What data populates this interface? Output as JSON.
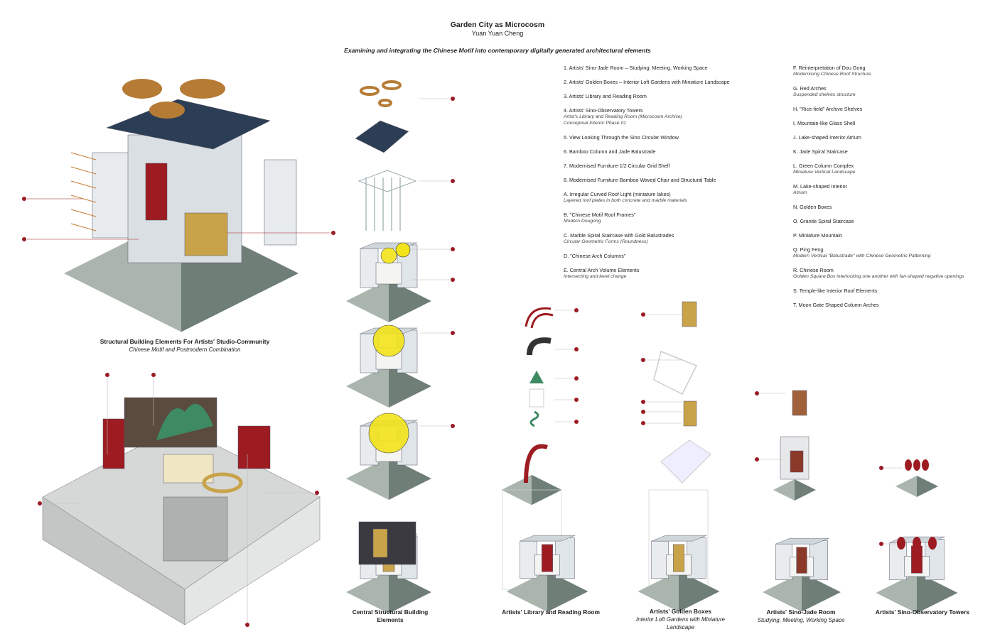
{
  "header": {
    "title": "Garden City as Microcosm",
    "author": "Yuan Yuan Cheng",
    "subtitle": "Examining and integrating the Chinese Motif into contemporary digitally generated architectural elements"
  },
  "legend_left": [
    {
      "head": "1.  Artists' Sino-Jade Room – Studying, Meeting, Working Space",
      "sub": ""
    },
    {
      "head": "2.  Artists' Golden Boxes – Interior Loft Gardens with Miniature Landscape",
      "sub": ""
    },
    {
      "head": "3.  Artists' Library and Reading Room",
      "sub": ""
    },
    {
      "head": "4.  Artists' Sino-Observatory Towers",
      "sub": "Artist's Library and Reading Room (Microcosm Archive)",
      "sub2": "Conceptual Interior Phase 01"
    },
    {
      "head": "5.  View Looking Through the Sino Circular Window",
      "sub": ""
    },
    {
      "head": "6.  Bamboo Column and Jade Balustrade",
      "sub": ""
    },
    {
      "head": "7.  Modernised Furniture-1/2 Circular Grid Shelf",
      "sub": ""
    },
    {
      "head": "8.  Modernised Furniture-Bamboo Waved Chair and Structural Table",
      "sub": ""
    },
    {
      "head": "A.  Irregular Curved Roof Light (miniature lakes)",
      "sub": "Layered roof plates in both concrete and marble materials"
    },
    {
      "head": "B.  \"Chinese Motif Roof Frames\"",
      "sub": "Modern Dougong"
    },
    {
      "head": "C.  Marble Spiral Staircase with Gold Balustrades",
      "sub": "Circular Geometric Forms (Roundness)"
    },
    {
      "head": "D.  \"Chinese Arch Columns\"",
      "sub": ""
    },
    {
      "head": "E.  Central Arch Volume Elements",
      "sub": "Intersecting and level change"
    }
  ],
  "legend_right": [
    {
      "head": "F.  Reinterpretation of Dou Gong",
      "sub": "Modernising Chinese Roof Structure"
    },
    {
      "head": "G.  Red Arches",
      "sub": "Suspended shelves structure"
    },
    {
      "head": "H.  \"Rice-field\" Archive Shelves",
      "sub": ""
    },
    {
      "head": "I.  Mountain-like Glass Shell",
      "sub": ""
    },
    {
      "head": "J.  Lake-shaped Interior Atrium",
      "sub": ""
    },
    {
      "head": "K.  Jade Spiral Staircase",
      "sub": ""
    },
    {
      "head": "L.  Green Column Complex",
      "sub": "Miniature Vertical Landscape"
    },
    {
      "head": "M.  Lake-shaped Interior",
      "sub": "Atrium"
    },
    {
      "head": "N.  Golden Boxes",
      "sub": ""
    },
    {
      "head": "O.  Granite Spiral Staircase",
      "sub": ""
    },
    {
      "head": "P.  Miniature Mountain",
      "sub": ""
    },
    {
      "head": "Q.  Ping Feng",
      "sub": "Modern Vertical \"Balustrade\" with Chinese Geometric Patterning"
    },
    {
      "head": "R.  Chinese Room",
      "sub": "Golden Square Box interlocking one another with fan-shaped negative openings"
    },
    {
      "head": "S.  Temple-like Interior Roof Elements",
      "sub": ""
    },
    {
      "head": "T.  Moon Gate Shaped Column Arches",
      "sub": ""
    }
  ],
  "captions": {
    "structural": {
      "title": "Structural Building Elements For Artists' Studio-Community",
      "sub": "Chinese Motif  and Postmodern Combination"
    },
    "central": {
      "title": "Central Structural Building Elements",
      "sub": ""
    },
    "library": {
      "title": "Artists' Library and Reading Room",
      "sub": ""
    },
    "golden": {
      "title": "Artists' Golden Boxes",
      "sub": "Interior Loft Gardens with Miniature Landscape"
    },
    "jade": {
      "title": "Artists' Sino-Jade Room",
      "sub": "Studying, Meeting, Working Space"
    },
    "observatory": {
      "title": "Artists' Sino-Observatory Towers",
      "sub": ""
    }
  },
  "colors": {
    "marker": "#9b1b24",
    "base_light": "#a9b5ad",
    "base_dark": "#6f7f78",
    "gold": "#c9a349",
    "red": "#9d1c22",
    "jade": "#3d8a63",
    "yellow": "#f2e31a"
  }
}
